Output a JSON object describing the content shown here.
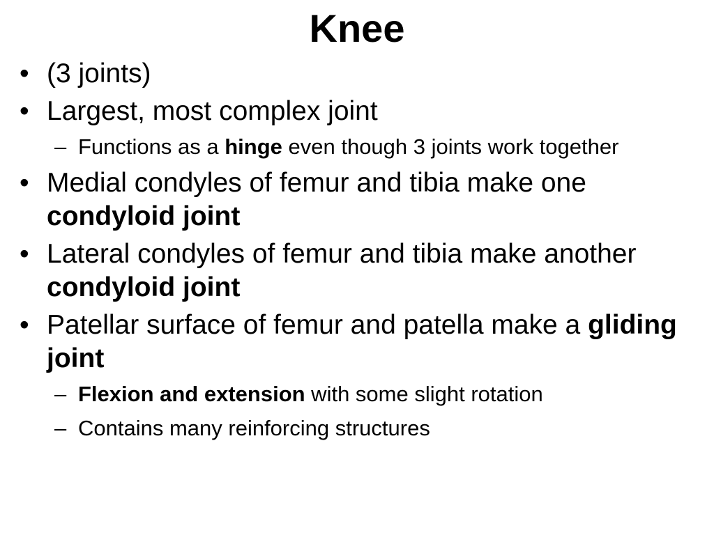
{
  "slide": {
    "title": "Knee",
    "bullets": [
      {
        "marker": "•",
        "parts": [
          {
            "text": "(3 joints)",
            "bold": false
          }
        ]
      },
      {
        "marker": "•",
        "parts": [
          {
            "text": "Largest, most complex joint",
            "bold": false
          }
        ]
      },
      {
        "marker": "–",
        "parts": [
          {
            "text": "Functions as a ",
            "bold": false
          },
          {
            "text": "hinge",
            "bold": true
          },
          {
            "text": " even though 3 joints work together",
            "bold": false
          }
        ]
      },
      {
        "marker": "•",
        "parts": [
          {
            "text": "Medial condyles of femur and tibia make one ",
            "bold": false
          },
          {
            "text": "condyloid joint",
            "bold": true
          }
        ]
      },
      {
        "marker": "•",
        "parts": [
          {
            "text": "Lateral condyles of femur and tibia make another ",
            "bold": false
          },
          {
            "text": "condyloid joint",
            "bold": true
          }
        ]
      },
      {
        "marker": "•",
        "parts": [
          {
            "text": "Patellar surface of femur and patella make a ",
            "bold": false
          },
          {
            "text": "gliding joint",
            "bold": true
          }
        ]
      },
      {
        "marker": "–",
        "parts": [
          {
            "text": "Flexion and extension",
            "bold": true
          },
          {
            "text": " with some slight rotation",
            "bold": false
          }
        ]
      },
      {
        "marker": "–",
        "parts": [
          {
            "text": "Contains many reinforcing structures",
            "bold": false
          }
        ]
      }
    ]
  }
}
